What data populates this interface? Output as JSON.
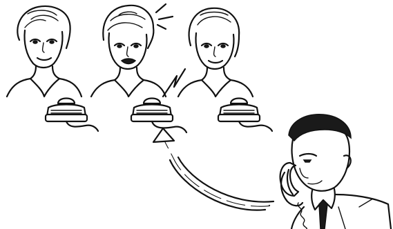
{
  "scene": {
    "description_free": true,
    "figures": [
      {
        "role": "operator",
        "icon": "woman-with-short-hair-icon"
      },
      {
        "role": "operator",
        "icon": "woman-speaking-icon"
      },
      {
        "role": "operator",
        "icon": "woman-with-bob-hair-icon"
      },
      {
        "role": "caller",
        "icon": "man-on-phone-icon"
      }
    ],
    "colors": {
      "line": "#111111",
      "background": "#ffffff"
    }
  }
}
